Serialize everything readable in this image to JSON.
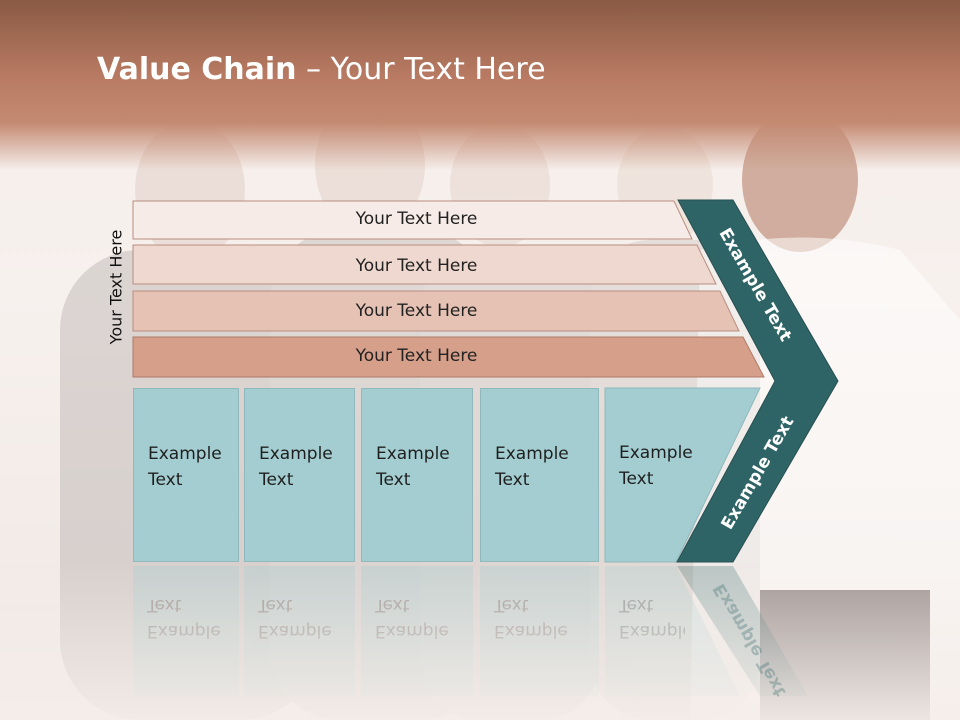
{
  "title": {
    "bold": "Value Chain",
    "rest": " – Your Text Here"
  },
  "side_label": "Your Text Here",
  "bars": [
    {
      "label": "Your Text Here",
      "color": "#f6ebe6"
    },
    {
      "label": "Your Text Here",
      "color": "#eed8cf"
    },
    {
      "label": "Your Text Here",
      "color": "#e5c2b4"
    },
    {
      "label": "Your Text Here",
      "color": "#d59f8a"
    }
  ],
  "boxes": [
    {
      "line1": "Example",
      "line2": "Text"
    },
    {
      "line1": "Example",
      "line2": "Text"
    },
    {
      "line1": "Example",
      "line2": "Text"
    },
    {
      "line1": "Example",
      "line2": "Text"
    },
    {
      "line1": "Example",
      "line2": "Text"
    }
  ],
  "chevron": {
    "upper_label": "Example Text",
    "lower_label": "Example Text",
    "color": "#2f6466"
  },
  "colors": {
    "box_fill": "#a3cdd0",
    "header": "#b87a62"
  }
}
